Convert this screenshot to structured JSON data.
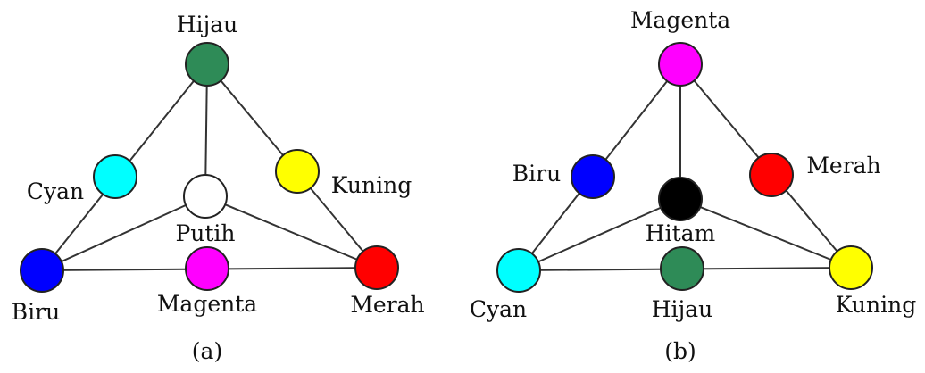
{
  "diagrams": [
    {
      "caption": "(a)",
      "nodes": [
        {
          "id": "top",
          "label": "Hijau",
          "color": "#2e8b57"
        },
        {
          "id": "left-mid",
          "label": "Cyan",
          "color": "#00ffff"
        },
        {
          "id": "right-mid",
          "label": "Kuning",
          "color": "#ffff00"
        },
        {
          "id": "center",
          "label": "Putih",
          "color": "#ffffff"
        },
        {
          "id": "bottom-left",
          "label": "Biru",
          "color": "#0000ff"
        },
        {
          "id": "bottom-mid",
          "label": "Magenta",
          "color": "#ff00ff"
        },
        {
          "id": "bottom-right",
          "label": "Merah",
          "color": "#ff0000"
        }
      ]
    },
    {
      "caption": "(b)",
      "nodes": [
        {
          "id": "top",
          "label": "Magenta",
          "color": "#ff00ff"
        },
        {
          "id": "left-mid",
          "label": "Biru",
          "color": "#0000ff"
        },
        {
          "id": "right-mid",
          "label": "Merah",
          "color": "#ff0000"
        },
        {
          "id": "center",
          "label": "Hitam",
          "color": "#000000"
        },
        {
          "id": "bottom-left",
          "label": "Cyan",
          "color": "#00ffff"
        },
        {
          "id": "bottom-mid",
          "label": "Hijau",
          "color": "#2e8b57"
        },
        {
          "id": "bottom-right",
          "label": "Kuning",
          "color": "#ffff00"
        }
      ]
    }
  ]
}
